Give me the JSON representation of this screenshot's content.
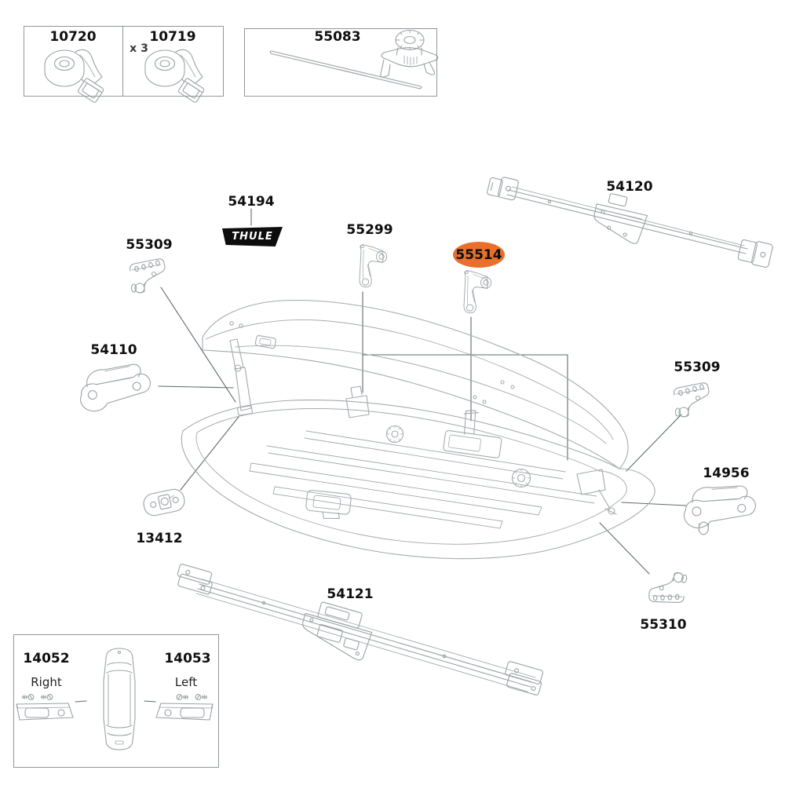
{
  "colors": {
    "highlight_orange": "#E8702C",
    "line_gray": "#97A0A4",
    "leader_gray": "#5F6A6E",
    "label_black": "#0F0F0F",
    "badge_black": "#0D0D0D"
  },
  "kit_straps": {
    "cell1_part": "10720",
    "cell2_part": "10719",
    "cell2_qty": "x 3"
  },
  "kit_rod": {
    "part": "55083"
  },
  "kit_endcaps": {
    "left_part": "14052",
    "left_side": "Right",
    "right_part": "14053",
    "right_side": "Left"
  },
  "logo": {
    "brand": "THULE"
  },
  "parts": {
    "badge": "54194",
    "lid_bracket_left": "55299",
    "lid_bracket_center": "55514",
    "bar_top": "54120",
    "corner_bracket_front_left": "55309",
    "lid_lifter_left": "54110",
    "corner_bracket_rear_right": "55309",
    "lid_lifter_right": "14956",
    "lock_plate": "13412",
    "corner_bracket_bottom_right": "55310",
    "bar_bottom": "54121"
  },
  "highlighted_part": "55514"
}
